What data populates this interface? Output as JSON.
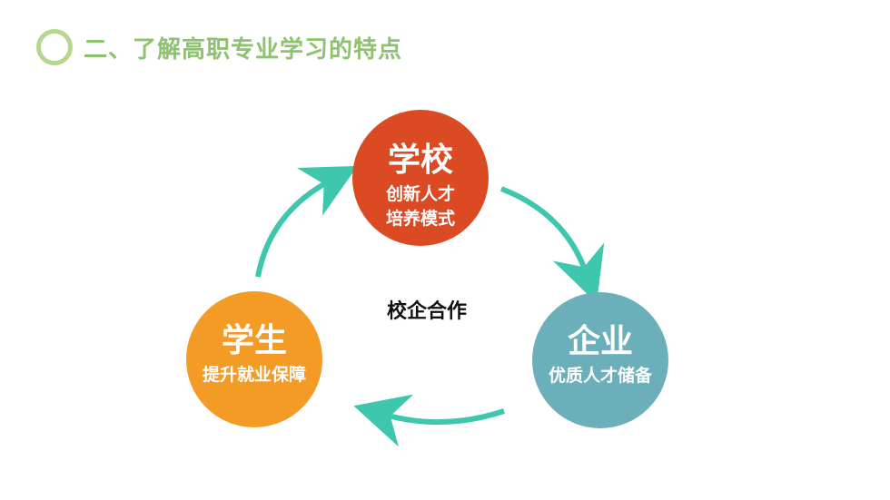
{
  "title": "二、了解高职专业学习的特点",
  "center_label": "校企合作",
  "nodes": {
    "school": {
      "title": "学校",
      "lines": [
        "创新人才",
        "培养模式"
      ],
      "color": "#db4a22"
    },
    "enterprise": {
      "title": "企业",
      "lines": [
        "优质人才储备"
      ],
      "color": "#6aafb9"
    },
    "student": {
      "title": "学生",
      "lines": [
        "提升就业保障"
      ],
      "color": "#f49b25"
    }
  },
  "colors": {
    "arrow": "#3ec7ad",
    "title": "#8dc26f",
    "ring": "#b5d88f"
  }
}
